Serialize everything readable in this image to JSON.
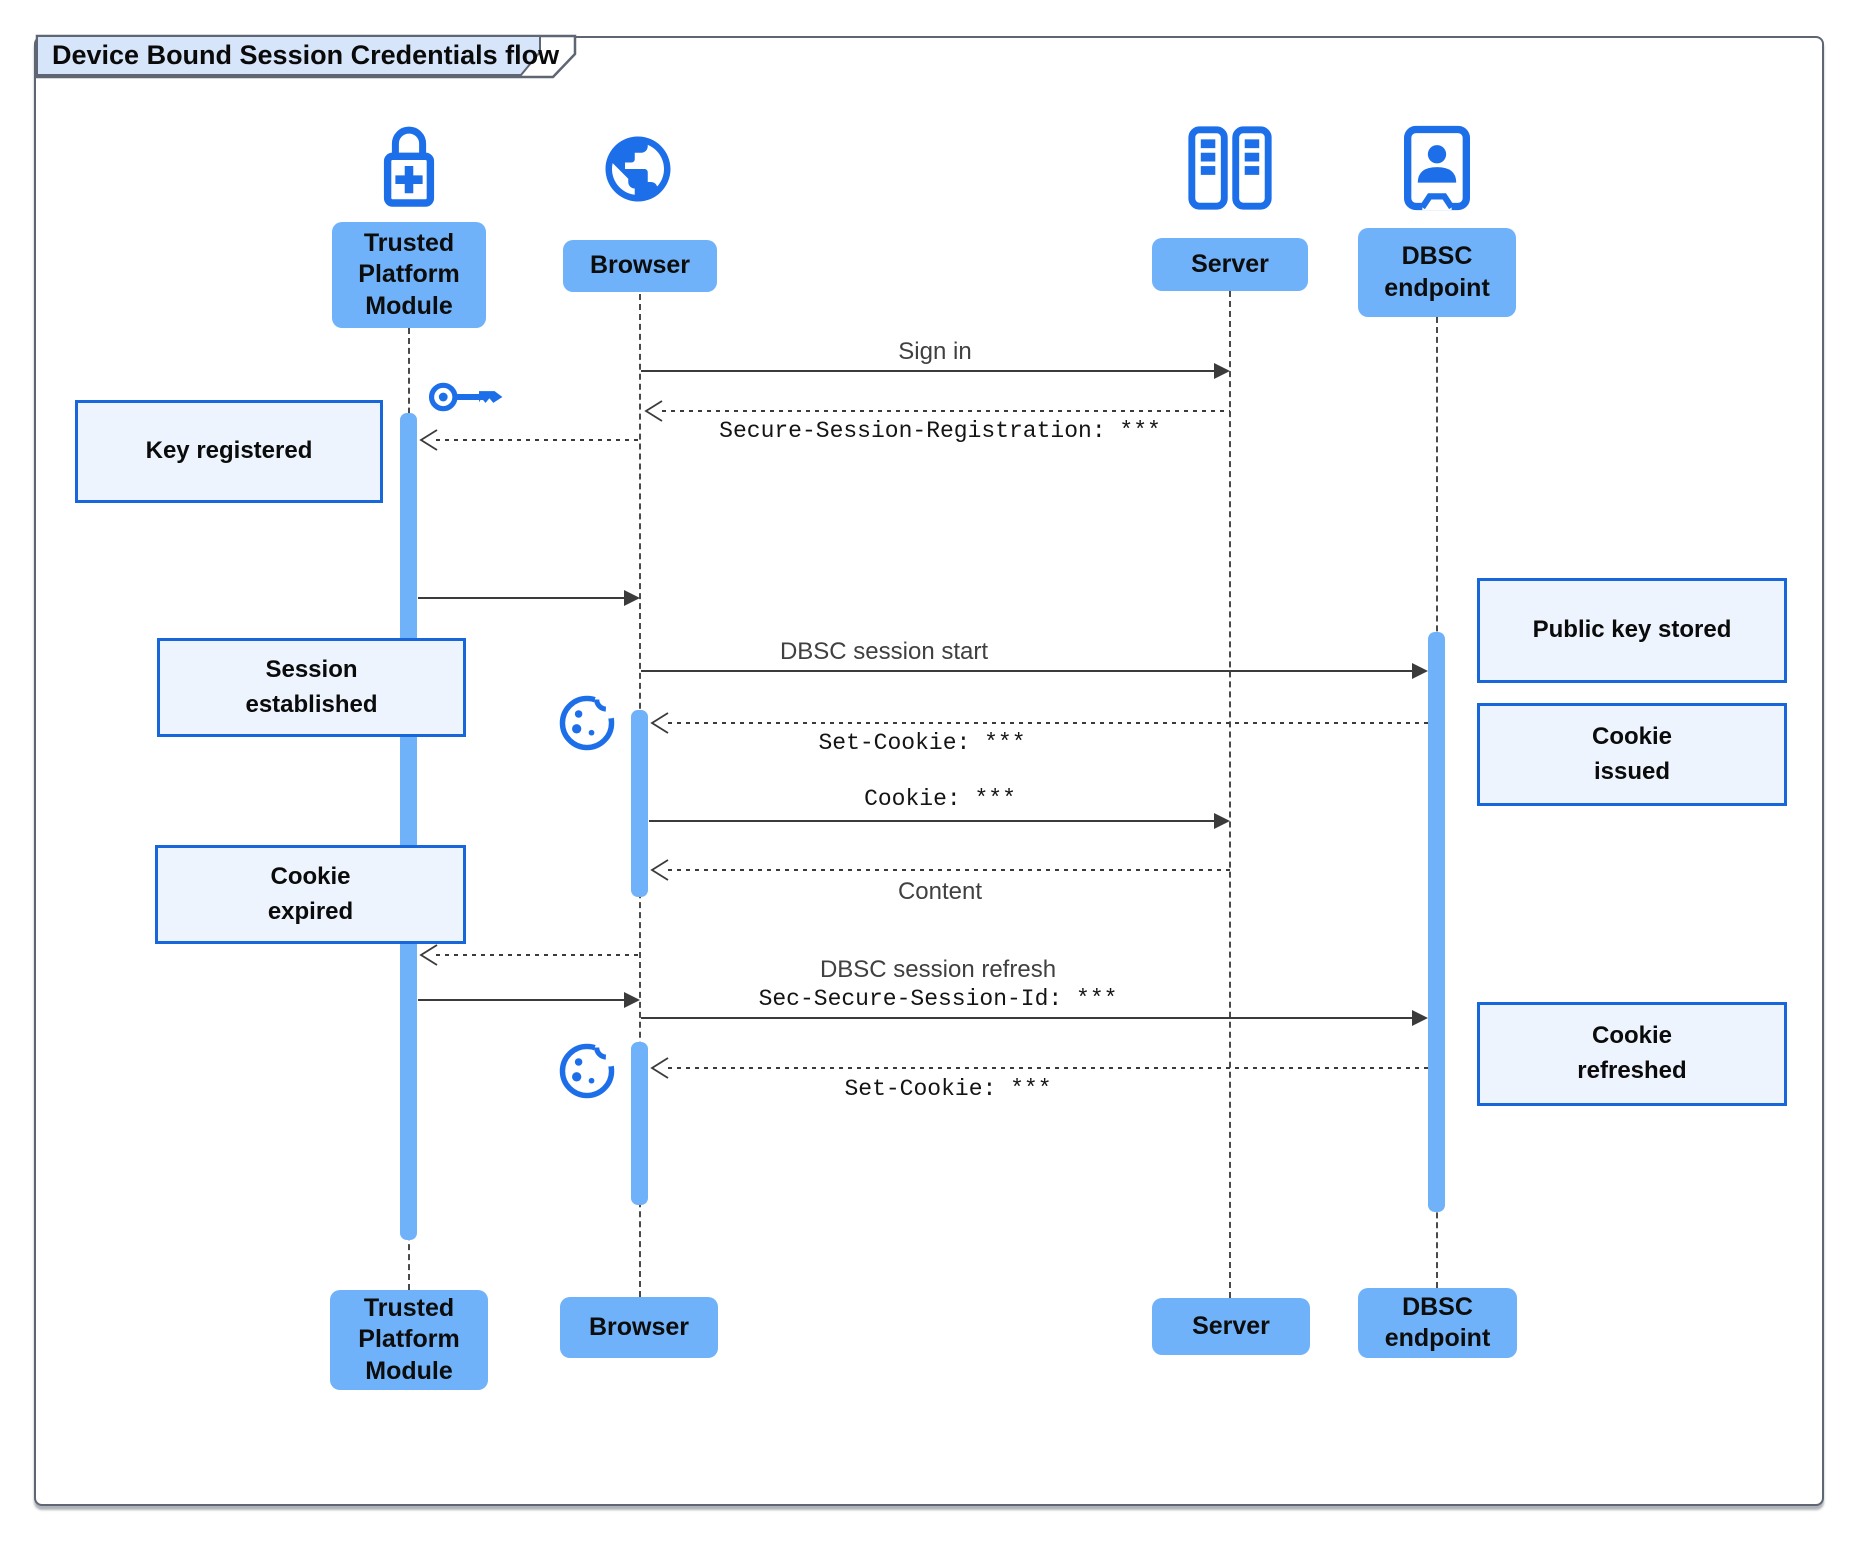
{
  "title": "Device Bound Session Credentials flow",
  "actors": [
    {
      "name": "Trusted\nPlatform\nModule",
      "icon": "lock-plus-icon"
    },
    {
      "name": "Browser",
      "icon": "globe-icon"
    },
    {
      "name": "Server",
      "icon": "server-rack-icon"
    },
    {
      "name": "DBSC\nendpoint",
      "icon": "door-person-icon"
    }
  ],
  "notes": [
    {
      "text": "Key registered",
      "side": "left"
    },
    {
      "text": "Session\nestablished",
      "side": "left"
    },
    {
      "text": "Cookie\nexpired",
      "side": "left"
    },
    {
      "text": "Public key stored",
      "side": "right"
    },
    {
      "text": "Cookie\nissued",
      "side": "right"
    },
    {
      "text": "Cookie\nrefreshed",
      "side": "right"
    }
  ],
  "messages": [
    {
      "label": "Sign in",
      "from": "Browser",
      "to": "Server",
      "style": "solid",
      "font": "sans"
    },
    {
      "label": "Secure-Session-Registration: ***",
      "from": "Server",
      "to": "Browser",
      "style": "dashed",
      "font": "mono"
    },
    {
      "label": "",
      "from": "Browser",
      "to": "Trusted Platform Module",
      "style": "dashed"
    },
    {
      "label": "",
      "from": "Trusted Platform Module",
      "to": "Browser",
      "style": "solid"
    },
    {
      "label": "DBSC session start",
      "from": "Browser",
      "to": "DBSC endpoint",
      "style": "solid",
      "font": "sans"
    },
    {
      "label": "Set-Cookie: ***",
      "from": "DBSC endpoint",
      "to": "Browser",
      "style": "dashed",
      "font": "mono"
    },
    {
      "label": "Cookie: ***",
      "from": "Browser",
      "to": "Server",
      "style": "solid",
      "font": "mono"
    },
    {
      "label": "Content",
      "from": "Server",
      "to": "Browser",
      "style": "dashed",
      "font": "sans"
    },
    {
      "label": "",
      "from": "Browser",
      "to": "Trusted Platform Module",
      "style": "dashed"
    },
    {
      "label": "",
      "from": "Trusted Platform Module",
      "to": "Browser",
      "style": "solid"
    },
    {
      "label": "DBSC session refresh",
      "label2": "Sec-Secure-Session-Id: ***",
      "from": "Browser",
      "to": "DBSC endpoint",
      "style": "solid",
      "font": "sans+mono"
    },
    {
      "label": "Set-Cookie: ***",
      "from": "DBSC endpoint",
      "to": "Browser",
      "style": "dashed",
      "font": "mono"
    }
  ],
  "floating_icons": [
    "key-icon",
    "cookie-icon",
    "cookie-icon"
  ],
  "colors": {
    "accent": "#1c6fe8",
    "actorFill": "#6fb2f9",
    "noteFill": "#edf4fd",
    "noteBorder": "#1767db",
    "titleFill": "#d7e5fa",
    "frameBorder": "#5e6673",
    "line": "#3b3b3b"
  }
}
